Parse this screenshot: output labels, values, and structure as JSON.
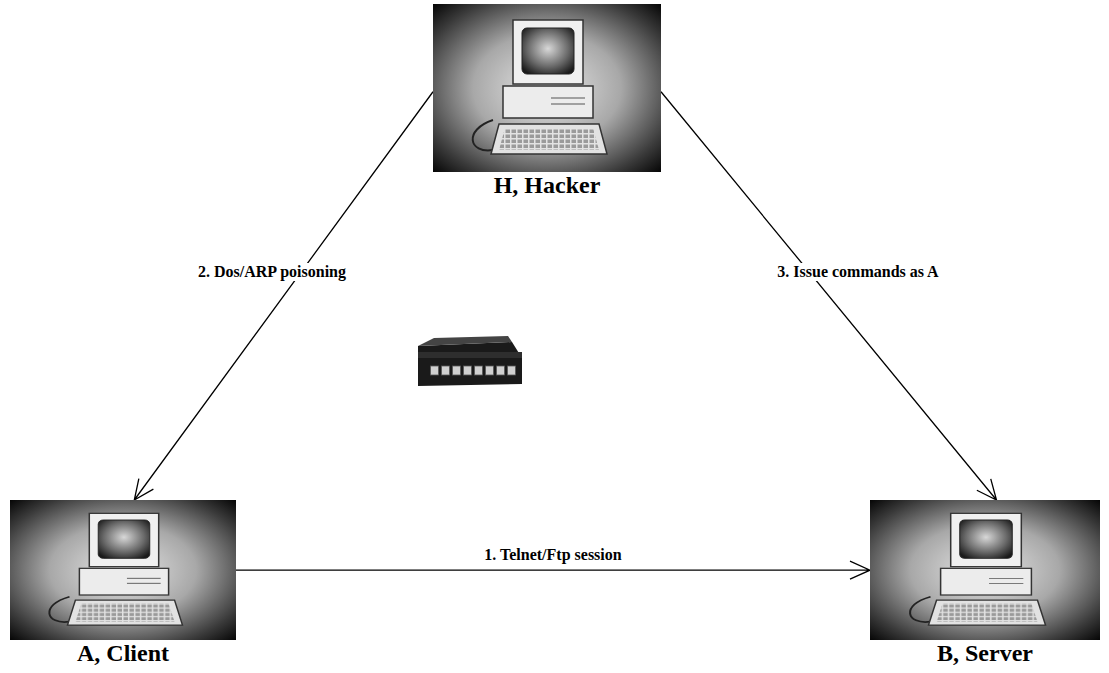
{
  "diagram": {
    "nodes": [
      {
        "text": [
          "H, Hacker"
        ]
      },
      {
        "text": [
          "A, Client"
        ]
      },
      {
        "text": [
          "B, Server"
        ]
      }
    ],
    "edges": [
      {
        "from": 1,
        "to": 2,
        "label": "1. Telnet/Ftp session",
        "arrow": "to"
      },
      {
        "from": 0,
        "to": 1,
        "label": "2. Dos/ARP poisoning",
        "arrow": "to"
      },
      {
        "from": 0,
        "to": 2,
        "label": "3. Issue commands as A",
        "arrow": "to"
      }
    ]
  }
}
